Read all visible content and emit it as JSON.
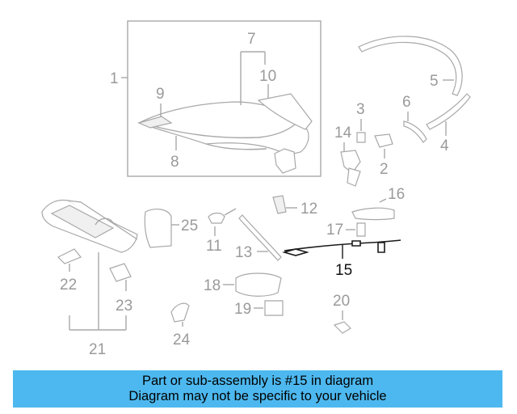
{
  "labels": {
    "p1": "1",
    "p2": "2",
    "p3": "3",
    "p4": "4",
    "p5": "5",
    "p6": "6",
    "p7": "7",
    "p8": "8",
    "p9": "9",
    "p10": "10",
    "p11": "11",
    "p12": "12",
    "p13": "13",
    "p14": "14",
    "p15": "15",
    "p16": "16",
    "p17": "17",
    "p18": "18",
    "p19": "19",
    "p20": "20",
    "p21": "21",
    "p22": "22",
    "p23": "23",
    "p24": "24",
    "p25": "25"
  },
  "highlighted_part": "15",
  "banner": {
    "line1": "Part or sub-assembly is #15 in diagram",
    "line2": "Diagram may not be specific to your vehicle"
  },
  "colors": {
    "banner_bg": "#4db8ef",
    "part_lines": "#a8a8a8",
    "highlight": "#1a1a1a"
  }
}
